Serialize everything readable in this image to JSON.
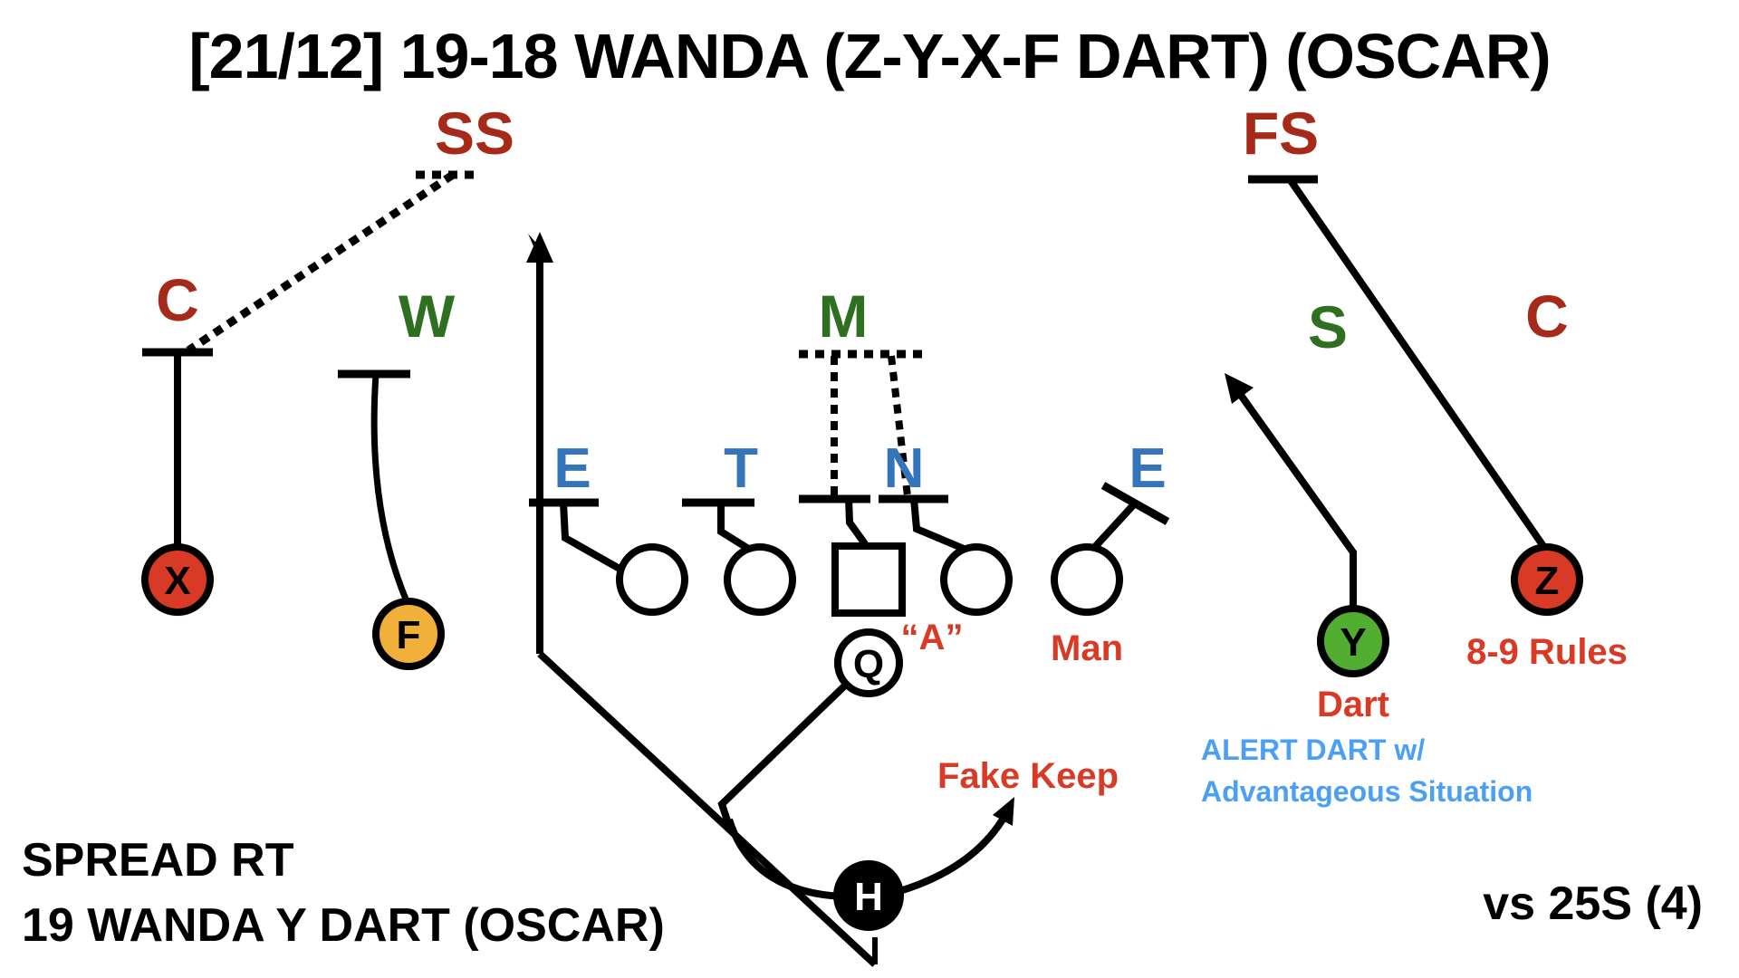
{
  "title": "[21/12] 19-18 WANDA (Z-Y-X-F DART) (OSCAR)",
  "formation": {
    "line1": "SPREAD RT",
    "line2": "19 WANDA Y DART (OSCAR)"
  },
  "defense_front": "vs 25S (4)",
  "colors": {
    "defender_secondary": "#a52a1a",
    "defender_linebacker": "#2f7020",
    "defender_line": "#3474b8",
    "note_red": "#d93a25",
    "note_blue": "#4ba0f5",
    "x_fill": "#d93a25",
    "z_fill": "#d93a25",
    "f_fill": "#f0b03a",
    "y_fill": "#52ae30",
    "line_black": "#000000"
  },
  "defenders": {
    "ss": "SS",
    "fs": "FS",
    "c_left": "C",
    "w": "W",
    "m": "M",
    "s": "S",
    "c_right": "C",
    "e_left": "E",
    "t": "T",
    "n": "N",
    "e_right": "E"
  },
  "offense": {
    "x": "X",
    "f": "F",
    "q": "Q",
    "h": "H",
    "y": "Y",
    "z": "Z"
  },
  "annotations": {
    "center_call": "“A”",
    "tackle_call": "Man",
    "h_action": "Fake Keep",
    "y_route": "Dart",
    "z_rule": "8-9 Rules",
    "alert_line1": "ALERT DART w/",
    "alert_line2": "Advantageous Situation"
  }
}
